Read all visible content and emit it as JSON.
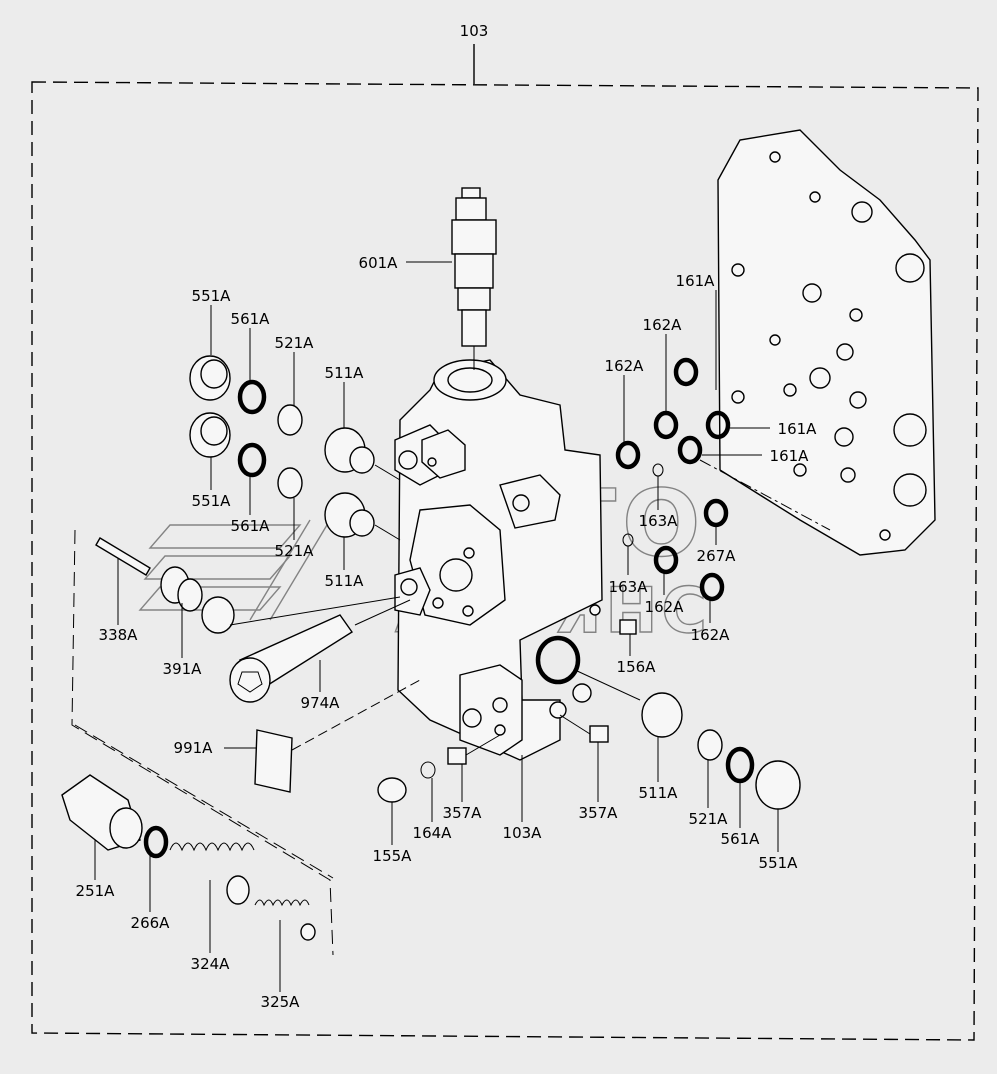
{
  "diagram": {
    "assembly_label": "103",
    "labels": {
      "l601A": "601A",
      "l551A_1": "551A",
      "l561A_1": "561A",
      "l521A_1": "521A",
      "l511A_1": "511A",
      "l551A_2": "551A",
      "l561A_2": "561A",
      "l521A_2": "521A",
      "l511A_2": "511A",
      "l338A": "338A",
      "l391A": "391A",
      "l974A": "974A",
      "l991A": "991A",
      "l251A": "251A",
      "l266A": "266A",
      "l324A": "324A",
      "l325A": "325A",
      "l155A": "155A",
      "l164A": "164A",
      "l357A_1": "357A",
      "l103A": "103A",
      "l357A_2": "357A",
      "l511A_3": "511A",
      "l521A_3": "521A",
      "l561A_3": "561A",
      "l551A_3": "551A",
      "l161A_1": "161A",
      "l162A_1": "162A",
      "l162A_2": "162A",
      "l161A_2": "161A",
      "l161A_3": "161A",
      "l163A_1": "163A",
      "l163A_2": "163A",
      "l267A": "267A",
      "l162A_3": "162A",
      "l162A_4": "162A",
      "l156A": "156A"
    },
    "watermark": {
      "line1": "АВТО",
      "line2": "АЛЬЯНС"
    }
  }
}
